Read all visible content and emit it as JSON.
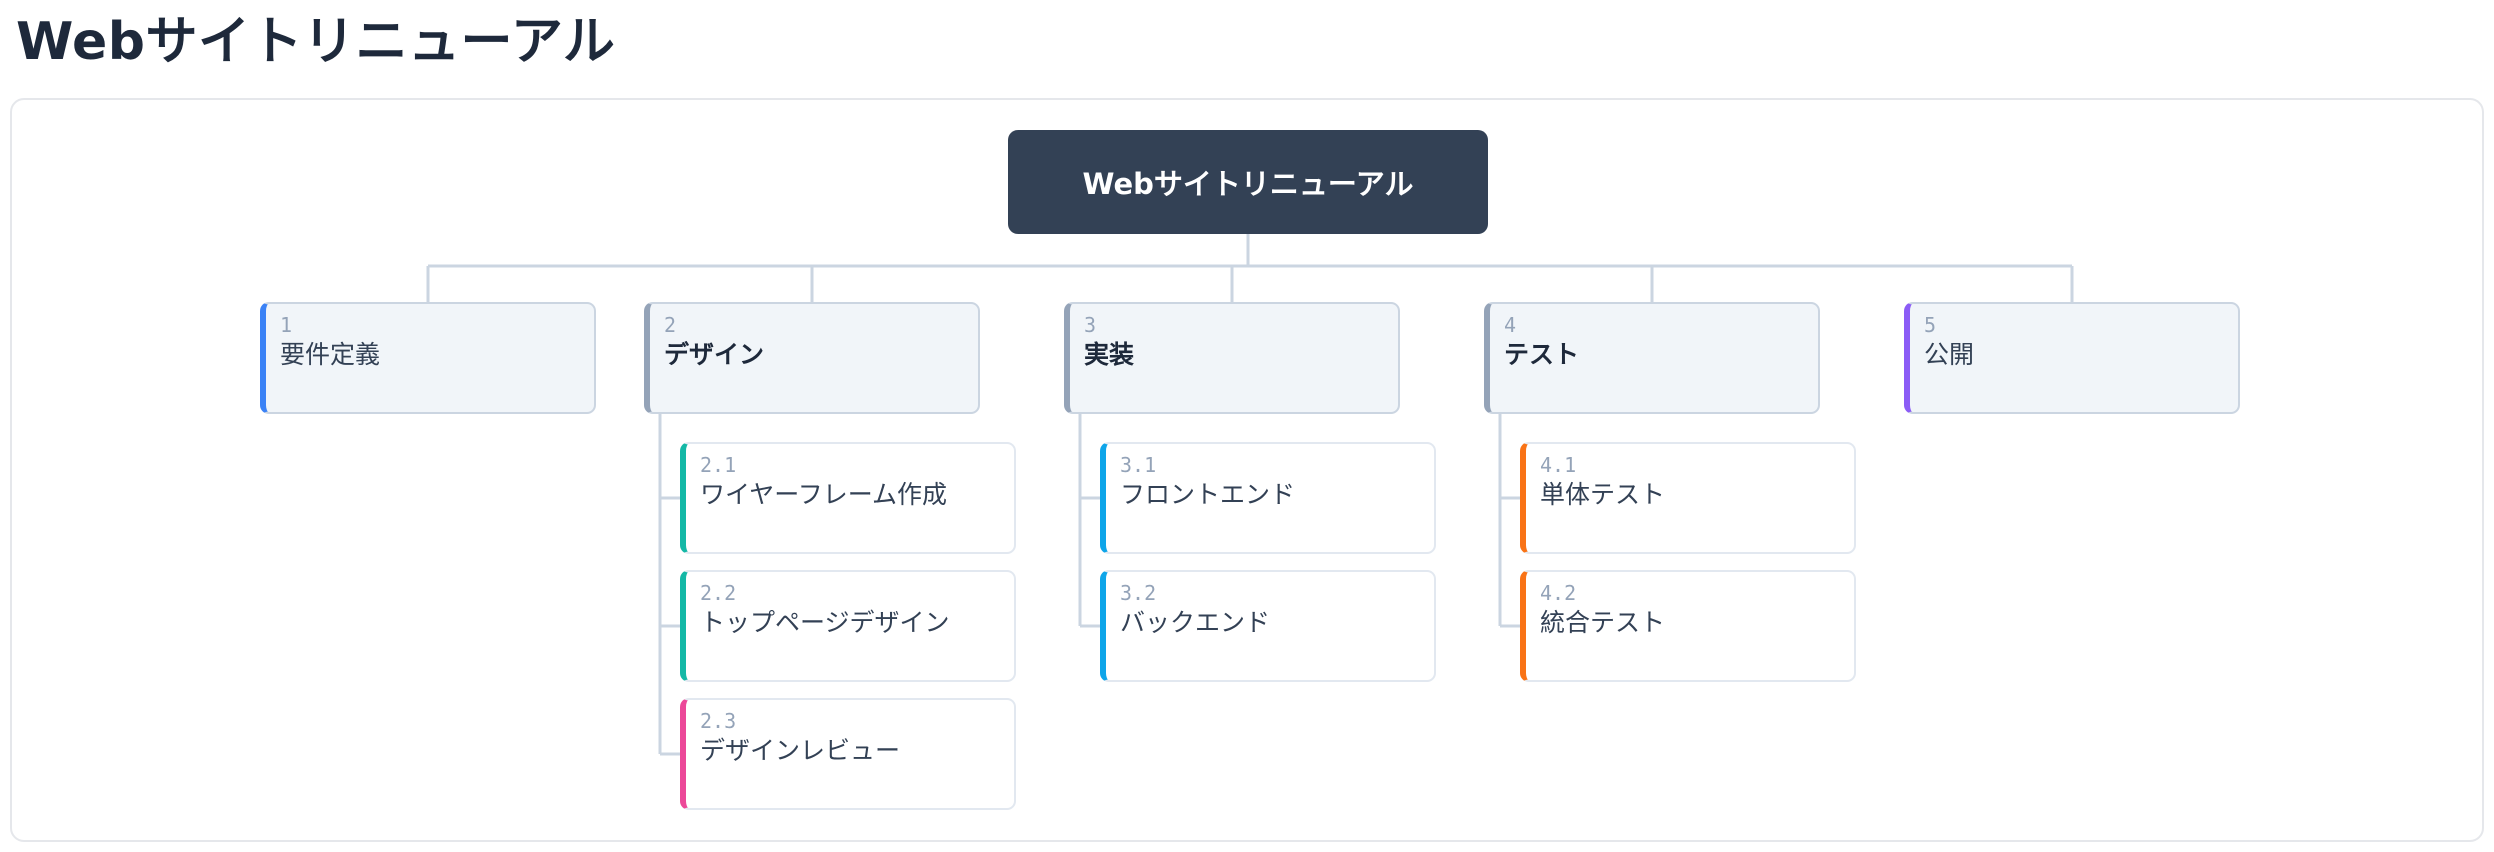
{
  "page_title": "Webサイトリニューアル",
  "root": {
    "label": "Webサイトリニューアル",
    "color": "#334155"
  },
  "phases": [
    {
      "code": "1",
      "label": "要件定義",
      "accent": "#3b82f6",
      "bold": false,
      "children": []
    },
    {
      "code": "2",
      "label": "デザイン",
      "accent": "#94a3b8",
      "bold": true,
      "children": [
        {
          "code": "2.1",
          "label": "ワイヤーフレーム作成",
          "accent": "#14b8a6"
        },
        {
          "code": "2.2",
          "label": "トップページデザイン",
          "accent": "#14b8a6"
        },
        {
          "code": "2.3",
          "label": "デザインレビュー",
          "accent": "#ec4899"
        }
      ]
    },
    {
      "code": "3",
      "label": "実装",
      "accent": "#94a3b8",
      "bold": true,
      "children": [
        {
          "code": "3.1",
          "label": "フロントエンド",
          "accent": "#0ea5e9"
        },
        {
          "code": "3.2",
          "label": "バックエンド",
          "accent": "#0ea5e9"
        }
      ]
    },
    {
      "code": "4",
      "label": "テスト",
      "accent": "#94a3b8",
      "bold": true,
      "children": [
        {
          "code": "4.1",
          "label": "単体テスト",
          "accent": "#f97316"
        },
        {
          "code": "4.2",
          "label": "統合テスト",
          "accent": "#f97316"
        }
      ]
    },
    {
      "code": "5",
      "label": "公開",
      "accent": "#8b5cf6",
      "bold": false,
      "children": []
    }
  ],
  "connector_color": "#cbd5e1"
}
